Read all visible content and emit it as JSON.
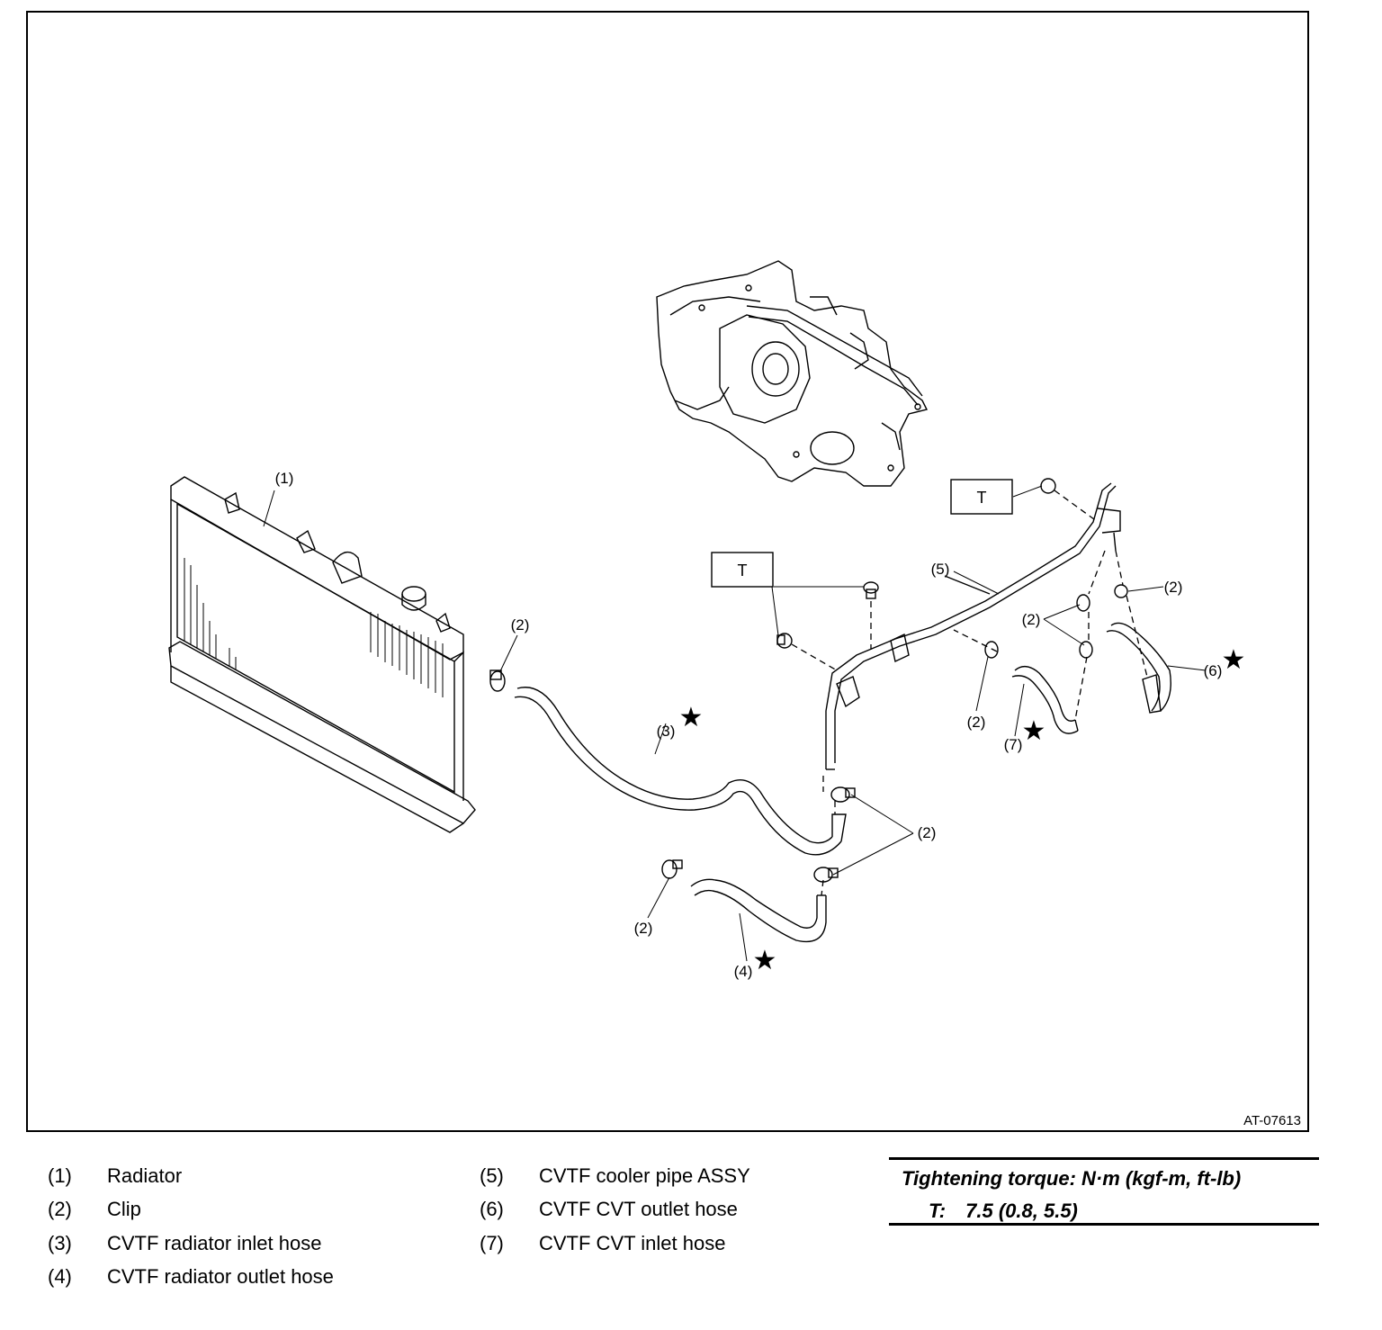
{
  "figure_id": "AT-07613",
  "callouts": {
    "radiator": "(1)",
    "clip": "(2)",
    "inlet_hose": "(3)",
    "outlet_hose": "(4)",
    "cooler_pipe": "(5)",
    "cvt_outlet_hose": "(6)",
    "cvt_inlet_hose": "(7)",
    "torque_box": "T"
  },
  "legend": [
    {
      "num": "(1)",
      "label": "Radiator"
    },
    {
      "num": "(2)",
      "label": "Clip"
    },
    {
      "num": "(3)",
      "label": "CVTF radiator inlet hose"
    },
    {
      "num": "(4)",
      "label": "CVTF radiator outlet hose"
    },
    {
      "num": "(5)",
      "label": "CVTF cooler pipe ASSY"
    },
    {
      "num": "(6)",
      "label": "CVTF CVT outlet hose"
    },
    {
      "num": "(7)",
      "label": "CVTF CVT inlet hose"
    }
  ],
  "torque": {
    "heading": "Tightening torque: N·m (kgf-m, ft-lb)",
    "key": "T:",
    "value": "7.5 (0.8, 5.5)"
  }
}
